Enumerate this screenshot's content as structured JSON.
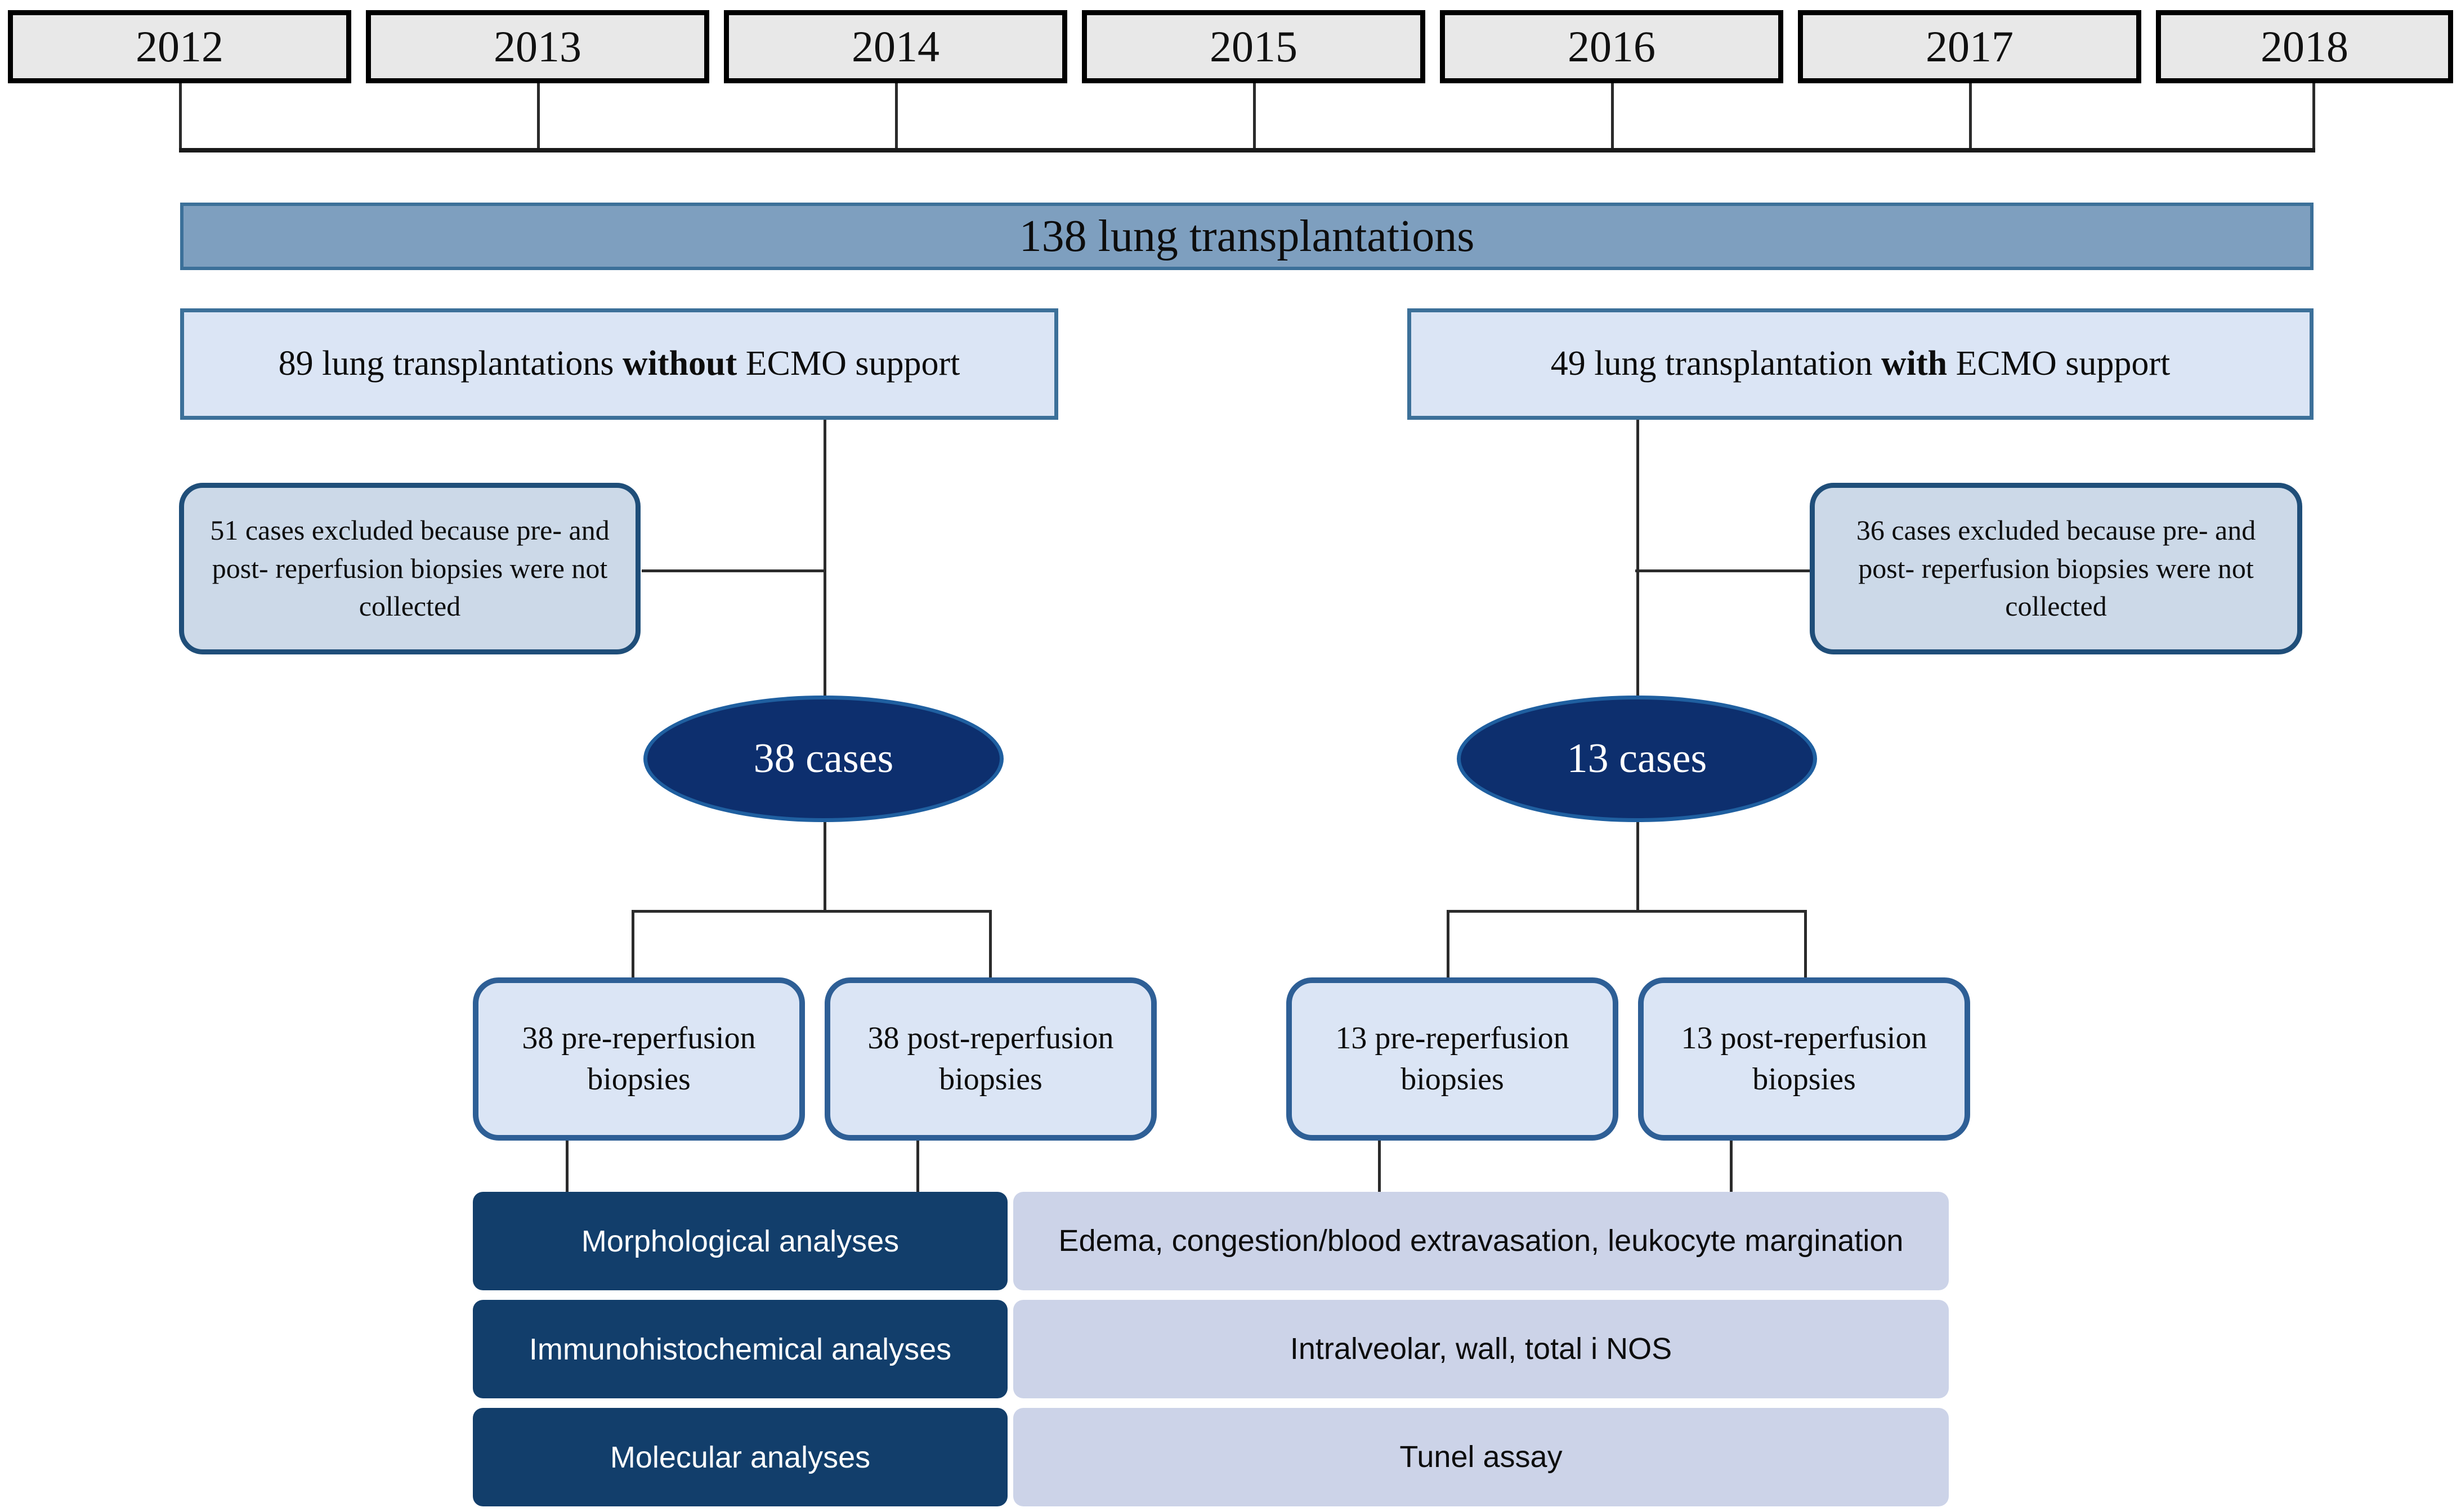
{
  "timeline": {
    "years": [
      "2012",
      "2013",
      "2014",
      "2015",
      "2016",
      "2017",
      "2018"
    ]
  },
  "total": {
    "label": "138 lung transplantations"
  },
  "branches": [
    {
      "id": "without-ecmo",
      "count_text": "89 lung transplantations ",
      "emphasis": "without",
      "tail_text": " ECMO support",
      "full_label": "89 lung transplantations without ECMO support",
      "excluded": "51 cases excluded because pre- and post- reperfusion biopsies were not collected",
      "cases": "38 cases",
      "pre_biopsies": "38 pre-reperfusion biopsies",
      "post_biopsies": "38 post-reperfusion biopsies"
    },
    {
      "id": "with-ecmo",
      "count_text": "49 lung transplantation ",
      "emphasis": "with",
      "tail_text": " ECMO support",
      "full_label": "49 lung transplantation with ECMO support",
      "excluded": "36 cases excluded because pre- and post- reperfusion biopsies were not collected",
      "cases": "13 cases",
      "pre_biopsies": "13 pre-reperfusion biopsies",
      "post_biopsies": "13 post-reperfusion biopsies"
    }
  ],
  "analyses": [
    {
      "label": "Morphological analyses",
      "detail": "Edema, congestion/blood extravasation, leukocyte margination"
    },
    {
      "label": "Immunohistochemical analyses",
      "detail": "Intralveolar, wall, total i NOS"
    },
    {
      "label": "Molecular analyses",
      "detail": "Tunel assay"
    }
  ],
  "colors": {
    "title_bar_fill": "#7e9fbf",
    "title_bar_border": "#3c7099",
    "group_box_fill": "#dbe5f5",
    "group_box_border": "#3c7099",
    "excluded_fill": "#ccd9e8",
    "excluded_border": "#1f4e79",
    "ellipse_fill": "#0d2f6e",
    "ellipse_text": "#ffffff",
    "analysis_label_fill": "#123e6b",
    "analysis_detail_fill": "#ccd3e8",
    "year_box_fill": "#e8e8e8",
    "year_box_border": "#000000",
    "connector": "#2b2b2b"
  }
}
